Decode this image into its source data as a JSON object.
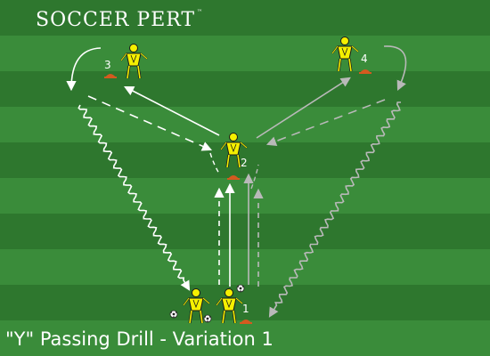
{
  "logo": {
    "name": "SOCCER PERT",
    "tm": "™"
  },
  "caption": "\"Y\" Passing Drill - Variation 1",
  "colors": {
    "stripe_dark": "#2e772e",
    "stripe_light": "#3a8c3a",
    "player_fill": "#f5f000",
    "cone": "#d45a1f",
    "pass_white": "#ffffff",
    "pass_gray": "#b9b9b9"
  },
  "players": [
    {
      "id": "3",
      "label": "3"
    },
    {
      "id": "4",
      "label": "4"
    },
    {
      "id": "2",
      "label": "2"
    },
    {
      "id": "1",
      "label": "1"
    }
  ],
  "icons": [
    "cone-icon",
    "soccer-ball-icon",
    "player-icon"
  ]
}
